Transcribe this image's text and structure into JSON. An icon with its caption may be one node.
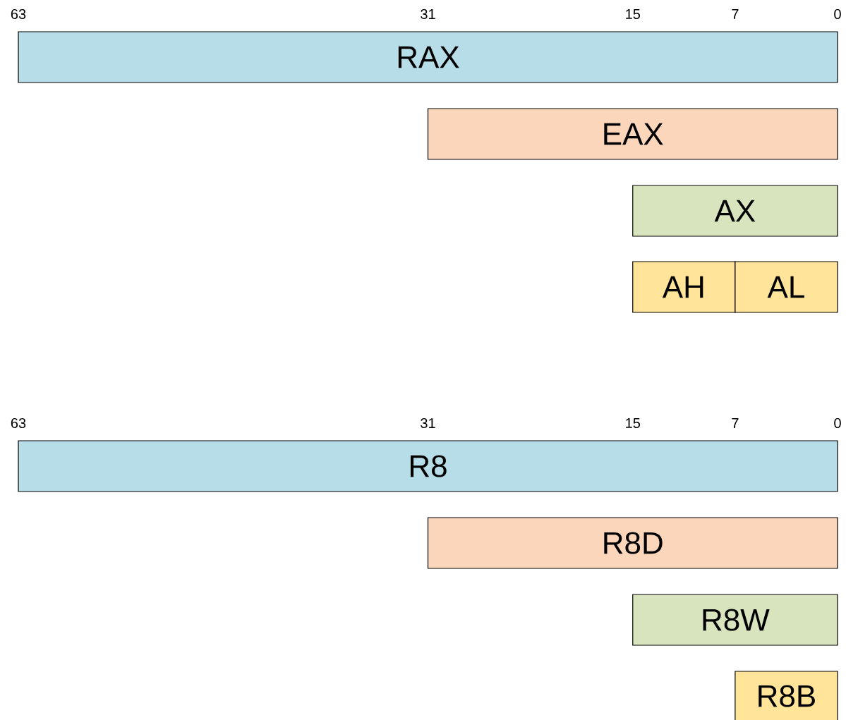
{
  "diagram": {
    "nodes": [
      {
        "text": [
          "RAX"
        ]
      },
      {
        "text": [
          "EAX"
        ]
      },
      {
        "text": [
          "AX"
        ]
      },
      {
        "text": [
          "AH"
        ]
      },
      {
        "text": [
          "AL"
        ]
      },
      {
        "text": [
          "R8"
        ]
      },
      {
        "text": [
          "R8D"
        ]
      },
      {
        "text": [
          "R8W"
        ]
      },
      {
        "text": [
          "R8B"
        ]
      }
    ],
    "labels": [
      "63",
      "31",
      "15",
      "7",
      "0",
      "63",
      "31",
      "15",
      "7",
      "0"
    ]
  }
}
